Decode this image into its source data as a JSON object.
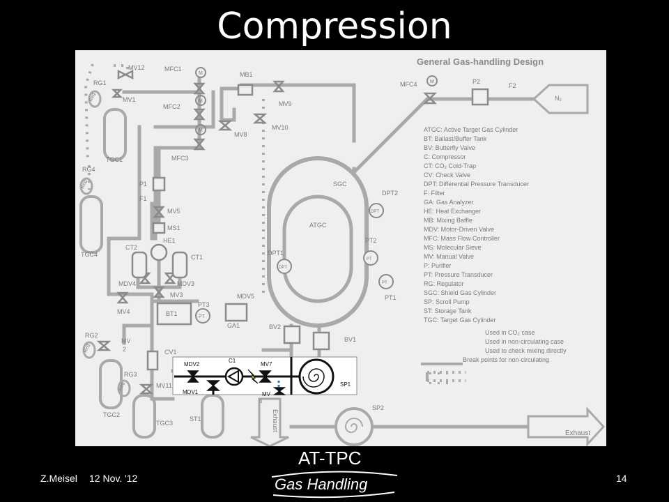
{
  "slide": {
    "title": "Compression",
    "author": "Z.Meisel",
    "date": "12 Nov. '12",
    "page": "14"
  },
  "logo": {
    "line1": "AT-TPC",
    "line2": "Gas Handling"
  },
  "diagram": {
    "heading": "General Gas-handling Design",
    "legend": [
      "ATGC: Active Target Gas Cylinder",
      "BT: Ballast/Buffer Tank",
      "BV: Butterfly Valve",
      "C: Compressor",
      "CT: CO₂ Cold-Trap",
      "CV: Check Valve",
      "DPT: Differential Pressure Transducer",
      "F: Filter",
      "GA: Gas Analyzer",
      "HE: Heat Exchanger",
      "MB: Mixing Baffle",
      "MDV: Motor-Driven Valve",
      "MFC: Mass Flow Controller",
      "MS: Molecular Sieve",
      "MV: Manual Valve",
      "P: Purifier",
      "PT: Pressure Transducer",
      "RG: Regulator",
      "SGC: Shield Gas Cylinder",
      "SP: Scroll Pump",
      "ST: Storage Tank",
      "TGC: Target Gas Cylinder"
    ],
    "line_key": [
      "Used in CO₂ case",
      "Used in non-circulating case",
      "Used to check mixing directly",
      "Break points for non-circulating"
    ],
    "labels": {
      "mv12": "MV12",
      "mfc1": "MFC1",
      "mb1": "MB1",
      "mfc4": "MFC4",
      "p2": "P2",
      "f2": "F2",
      "n2": "N₂",
      "rg1": "RG1",
      "mv1": "MV1",
      "mfc2": "MFC2",
      "mv9": "MV9",
      "mv10": "MV10",
      "mv8": "MV8",
      "tgc1": "TGC1",
      "mfc3": "MFC3",
      "rg4": "RG4",
      "p1": "P1",
      "f1": "F1",
      "mv5": "MV5",
      "ms1": "MS1",
      "he1": "HE1",
      "ct2": "CT2",
      "ct1": "CT1",
      "tgc4": "TGC4",
      "mdv4": "MDV4",
      "mdv3": "MDV3",
      "mv3": "MV3",
      "mv4": "MV4",
      "bt1": "BT1",
      "pt3": "PT3",
      "pt3_sym": "PT",
      "mdv5": "MDV5",
      "ga1": "GA1",
      "sgc": "SGC",
      "atgc": "ATGC",
      "dpt2": "DPT2",
      "dpt2_sym": "DPT",
      "dpt1": "DPT1",
      "dpt1_sym": "DPT",
      "pt2": "PT2",
      "pt2_sym": "PT",
      "pt1": "PT1",
      "pt1_sym": "PT",
      "rg2": "RG2",
      "mv2": "MV",
      "mv2_n": "2",
      "bv2": "BV2",
      "bv1": "BV1",
      "cv1": "CV1",
      "rg3": "RG3",
      "mv11": "MV11",
      "tgc2": "TGC2",
      "tgc3": "TGC3",
      "st1": "ST1",
      "mdv2": "MDV2",
      "c1": "C1",
      "mv7": "MV7",
      "sp1": "SP1",
      "mdv1": "MDV1",
      "mv6": "MV",
      "mv6_n": "6",
      "sp2": "SP2",
      "exhaust_right": "Exhaust",
      "exhaust_down": "Exhaust",
      "reg": "Reg",
      "m": "M"
    }
  }
}
